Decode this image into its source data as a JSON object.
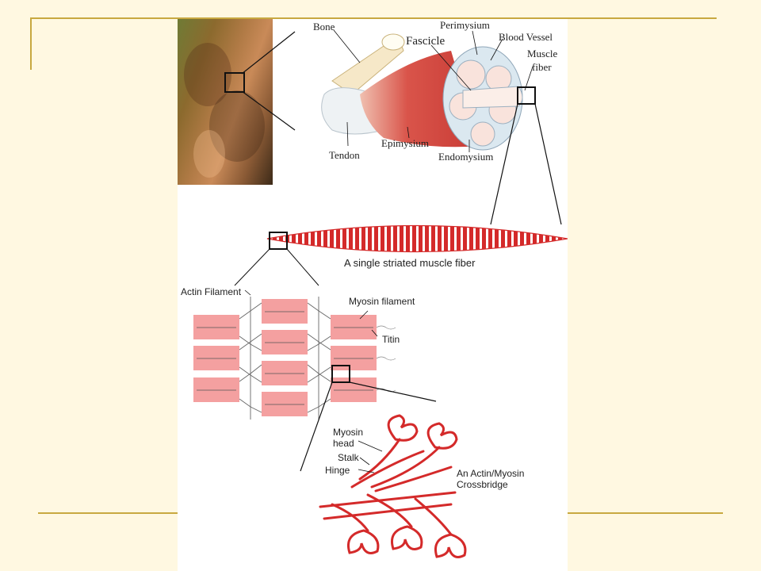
{
  "anatomy_labels": {
    "bone": "Bone",
    "perimysium": "Perimysium",
    "fascicle": "Fascicle",
    "blood_vessel": "Blood Vessel",
    "muscle_fiber_line1": "Muscle",
    "muscle_fiber_line2": "fiber",
    "tendon": "Tendon",
    "epimysium": "Epimysium",
    "endomysium": "Endomysium"
  },
  "fiber_caption": "A single striated muscle fiber",
  "sarcomere_labels": {
    "actin": "Actin Filament",
    "myosin": "Myosin filament",
    "titin": "Titin"
  },
  "crossbridge_labels": {
    "myosin_head_line1": "Myosin",
    "myosin_head_line2": "head",
    "stalk": "Stalk",
    "hinge": "Hinge",
    "title_line1": "An Actin/Myosin",
    "title_line2": "Crossbridge"
  },
  "colors": {
    "background": "#fff8e1",
    "accent_line": "#c8a840",
    "muscle_red": "#d42a2a",
    "myosin_pink": "#f4a0a0"
  }
}
